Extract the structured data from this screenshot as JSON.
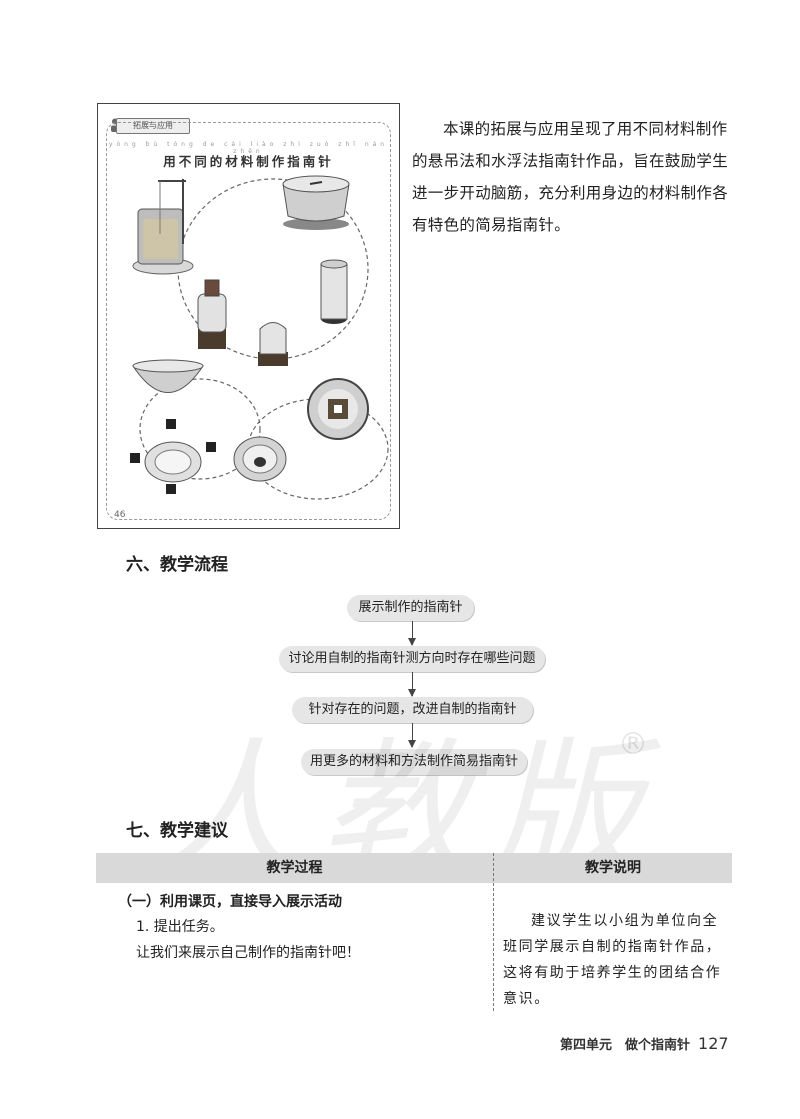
{
  "figure": {
    "tab_label": "拓展与应用",
    "pinyin": "yòng bù tóng de cái liào zhì zuò zhǐ nán zhēn",
    "title": "用不同的材料制作指南针",
    "page_number": "46"
  },
  "intro": "本课的拓展与应用呈现了用不同材料制作的悬吊法和水浮法指南针作品，旨在鼓励学生进一步开动脑筋，充分利用身边的材料制作各有特色的简易指南针。",
  "section6": {
    "heading": "六、教学流程",
    "steps": [
      "展示制作的指南针",
      "讨论用自制的指南针测方向时存在哪些问题",
      "针对存在的问题，改进自制的指南针",
      "用更多的材料和方法制作简易指南针"
    ]
  },
  "watermark": {
    "text": "人教版",
    "reg": "®"
  },
  "section7": {
    "heading": "七、教学建议",
    "col_process": "教学过程",
    "col_notes": "教学说明",
    "subheading": "（一）利用课页，直接导入展示活动",
    "item1": "1. 提出任务。",
    "line1": "让我们来展示自己制作的指南针吧！",
    "note": "建议学生以小组为单位向全班同学展示自制的指南针作品，这将有助于培养学生的团结合作意识。"
  },
  "footer": {
    "unit": "第四单元　做个指南针",
    "page": "127"
  }
}
